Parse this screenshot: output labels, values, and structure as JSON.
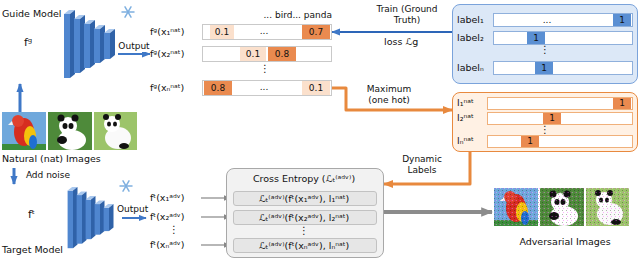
{
  "diagram": {
    "nodes": [
      {
        "text": [
          "Guide Model",
          "fᵍ"
        ]
      },
      {
        "text": [
          "Natural (nat) Images"
        ]
      },
      {
        "text": [
          "fᵍ(x₁ⁿᵃᵗ)",
          "0.1",
          "...",
          "0.7"
        ]
      },
      {
        "text": [
          "fᵍ(x₂ⁿᵃᵗ)",
          "0.1",
          "0.8"
        ]
      },
      {
        "text": [
          "fᵍ(xₙⁿᵃᵗ)",
          "0.8",
          "...",
          "0.1"
        ]
      },
      {
        "text": [
          "⋮"
        ]
      },
      {
        "text": [
          "label₁",
          "...",
          "1"
        ],
        "in": 5
      },
      {
        "text": [
          "label₂",
          "1"
        ],
        "in": 5
      },
      {
        "text": [
          "labelₙ",
          "1"
        ],
        "in": 5
      },
      {
        "text": [
          "⋮"
        ]
      },
      {
        "text": [
          "l₁ⁿᵃᵗ",
          "1"
        ],
        "in": 9
      },
      {
        "text": [
          "l₂ⁿᵃᵗ",
          "1"
        ],
        "in": 9
      },
      {
        "text": [
          "lₙⁿᵃᵗ",
          "1"
        ],
        "in": 9
      },
      {
        "text": [
          "fᵗ",
          "Target Model"
        ]
      },
      {
        "text": [
          "Cross Entropy (ℒₜ⁽ᵃᵈᵛ⁾)",
          "⋮"
        ]
      },
      {
        "text": [
          "ℒₜ⁽ᵃᵈᵛ⁾(fᵗ(x₁ᵃᵈᵛ), l₁ⁿᵃᵗ)"
        ],
        "in": 14
      },
      {
        "text": [
          "ℒₜ⁽ᵃᵈᵛ⁾(fᵗ(x₂ᵃᵈᵛ), l₂ⁿᵃᵗ)"
        ],
        "in": 14
      },
      {
        "text": [
          "ℒₜ⁽ᵃᵈᵛ⁾(fᵗ(xₙᵃᵈᵛ), lₙⁿᵃᵗ)"
        ],
        "in": 14
      },
      {
        "text": [
          "Adversarial Images"
        ]
      }
    ],
    "edges": [
      {
        "from": 1,
        "to": 0,
        "arrow": "to"
      },
      {
        "from": 0,
        "to": 3,
        "label": "Output",
        "arrow": "to"
      },
      {
        "from": 5,
        "to": 2,
        "label": "Train (Ground Truth)",
        "arrow": "to"
      },
      {
        "from": 4,
        "to": 9,
        "label": "Maximum (one hot)",
        "arrow": "to"
      },
      {
        "from": 9,
        "to": 14,
        "label": "Dynamic Labels",
        "arrow": "to"
      },
      {
        "from": 1,
        "to": 13,
        "label": "Add noise",
        "arrow": "to"
      },
      {
        "from": 14,
        "to": 18,
        "arrow": "to"
      }
    ],
    "labels": [
      "... bird... panda",
      "⋮",
      "loss ℒg",
      "Output",
      "fᵗ(x₁ᵃᵈᵛ)",
      "fᵗ(x₂ᵃᵈᵛ)",
      "⋮",
      "fᵗ(xₙᵃᵈᵛ)"
    ]
  }
}
